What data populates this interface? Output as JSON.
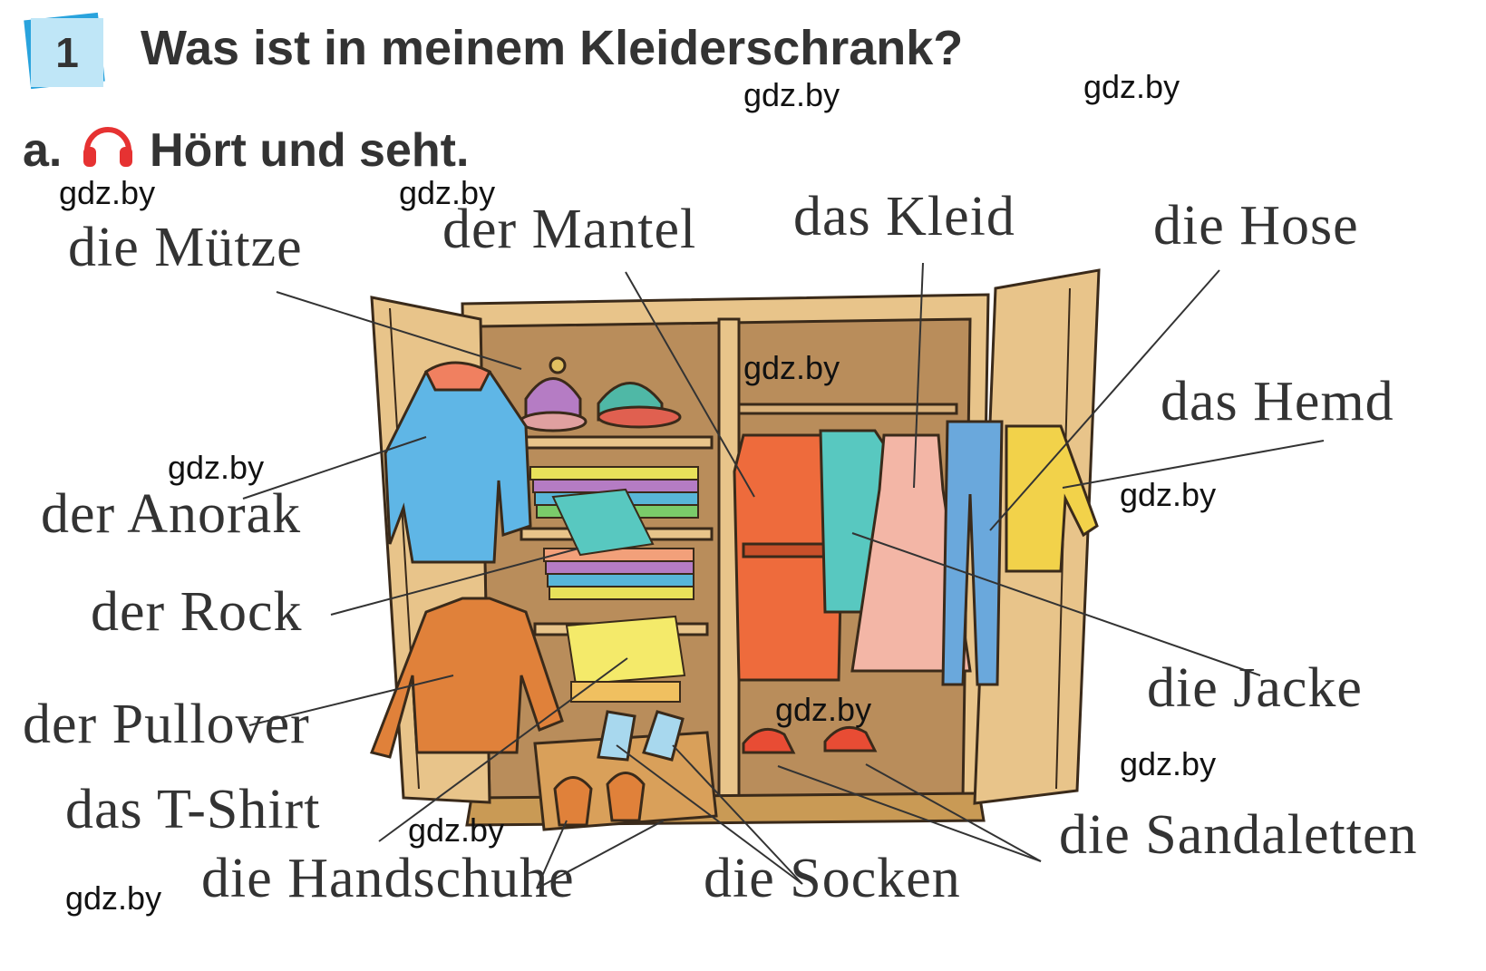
{
  "exercise": {
    "number": "1",
    "title": "Was ist in meinem Kleiderschrank?",
    "sub_letter": "a.",
    "sub_text": "Hört und seht."
  },
  "icons": {
    "audio": "headphones-icon"
  },
  "watermark": "gdz.by",
  "labels": {
    "muetze": "die Mütze",
    "mantel": "der Mantel",
    "kleid": "das Kleid",
    "hose": "die Hose",
    "hemd": "das Hemd",
    "anorak": "der Anorak",
    "rock": "der Rock",
    "pullover": "der Pullover",
    "tshirt": "das T-Shirt",
    "handschuhe": "die Handschuhe",
    "socken": "die Socken",
    "sandaletten": "die Sandaletten",
    "jacke": "die Jacke"
  },
  "colors": {
    "badge_light": "#bfe6f7",
    "badge_dark": "#29a3dd",
    "wood": "#e8c48a",
    "wood_dark": "#c99a55",
    "wardrobe_inside": "#b98d5b",
    "headphones_red": "#e63232"
  }
}
